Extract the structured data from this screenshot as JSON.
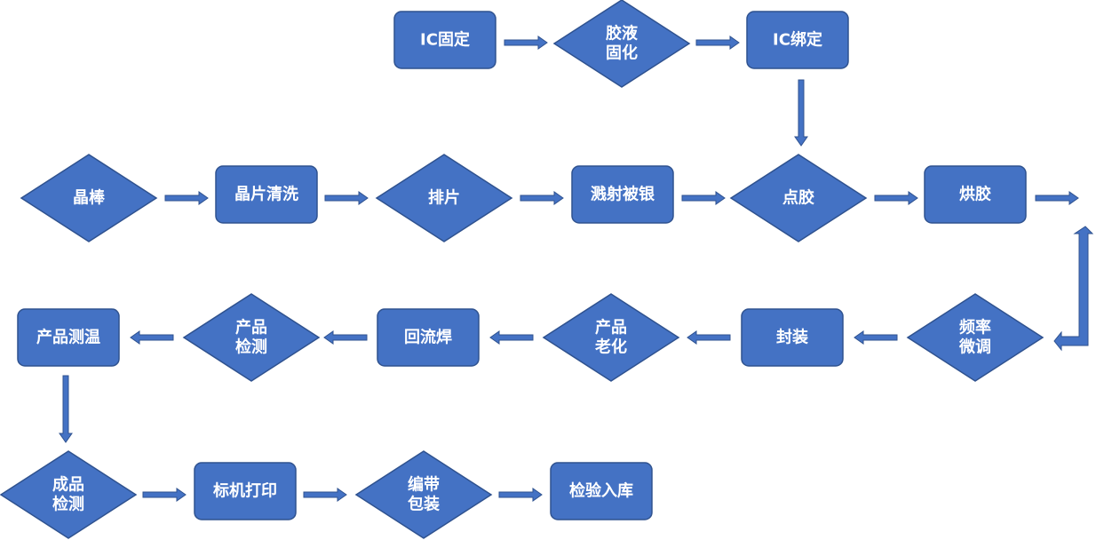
{
  "diagram": {
    "nodes": {
      "ic_fix": {
        "shape": "rect",
        "lines": [
          "IC固定"
        ]
      },
      "glue_cure": {
        "shape": "diamond",
        "lines": [
          "胶液",
          "固化"
        ]
      },
      "ic_bind": {
        "shape": "rect",
        "lines": [
          "IC绑定"
        ]
      },
      "ingot": {
        "shape": "diamond",
        "lines": [
          "晶棒"
        ]
      },
      "wafer_clean": {
        "shape": "rect",
        "lines": [
          "晶片清洗"
        ]
      },
      "arrange": {
        "shape": "diamond",
        "lines": [
          "排片"
        ]
      },
      "sputter_silver": {
        "shape": "rect",
        "lines": [
          "溅射被银"
        ]
      },
      "dispense": {
        "shape": "diamond",
        "lines": [
          "点胶"
        ]
      },
      "bake": {
        "shape": "rect",
        "lines": [
          "烘胶"
        ]
      },
      "freq_tune": {
        "shape": "diamond",
        "lines": [
          "频率",
          "微调"
        ]
      },
      "package": {
        "shape": "rect",
        "lines": [
          "封装"
        ]
      },
      "aging": {
        "shape": "diamond",
        "lines": [
          "产品",
          "老化"
        ]
      },
      "reflow": {
        "shape": "rect",
        "lines": [
          "回流焊"
        ]
      },
      "product_test": {
        "shape": "diamond",
        "lines": [
          "产品",
          "检测"
        ]
      },
      "temp_test": {
        "shape": "rect",
        "lines": [
          "产品测温"
        ]
      },
      "final_test": {
        "shape": "diamond",
        "lines": [
          "成品",
          "检测"
        ]
      },
      "laser_print": {
        "shape": "rect",
        "lines": [
          "标机打印"
        ]
      },
      "tape_pack": {
        "shape": "diamond",
        "lines": [
          "编带",
          "包装"
        ]
      },
      "inspect_store": {
        "shape": "rect",
        "lines": [
          "检验入库"
        ]
      }
    },
    "edges": [
      [
        "ic_fix",
        "glue_cure"
      ],
      [
        "glue_cure",
        "ic_bind"
      ],
      [
        "ic_bind",
        "dispense"
      ],
      [
        "ingot",
        "wafer_clean"
      ],
      [
        "wafer_clean",
        "arrange"
      ],
      [
        "arrange",
        "sputter_silver"
      ],
      [
        "sputter_silver",
        "dispense"
      ],
      [
        "dispense",
        "bake"
      ],
      [
        "bake",
        "freq_tune"
      ],
      [
        "freq_tune",
        "package"
      ],
      [
        "package",
        "aging"
      ],
      [
        "aging",
        "reflow"
      ],
      [
        "reflow",
        "product_test"
      ],
      [
        "product_test",
        "temp_test"
      ],
      [
        "temp_test",
        "final_test"
      ],
      [
        "final_test",
        "laser_print"
      ],
      [
        "laser_print",
        "tape_pack"
      ],
      [
        "tape_pack",
        "inspect_store"
      ]
    ],
    "colors": {
      "fill": "#4472C4",
      "stroke": "#2F528F",
      "text": "#FFFFFF"
    }
  }
}
